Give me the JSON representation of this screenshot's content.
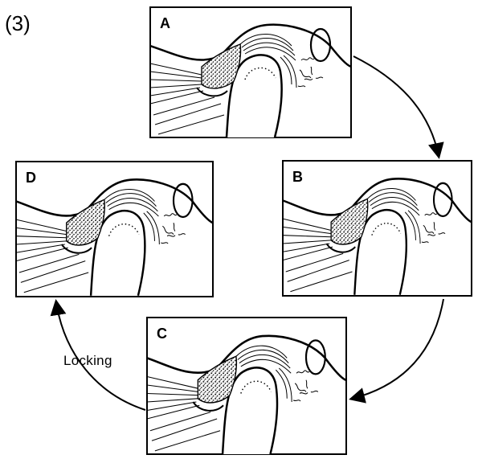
{
  "figure": {
    "number": "(3)",
    "cycle_label": "Locking"
  },
  "panels": [
    {
      "id": "A",
      "label": "A"
    },
    {
      "id": "B",
      "label": "B"
    },
    {
      "id": "C",
      "label": "C"
    },
    {
      "id": "D",
      "label": "D"
    }
  ],
  "arrows": [
    {
      "from": "A",
      "to": "B"
    },
    {
      "from": "B",
      "to": "C"
    },
    {
      "from": "C",
      "to": "D"
    }
  ]
}
